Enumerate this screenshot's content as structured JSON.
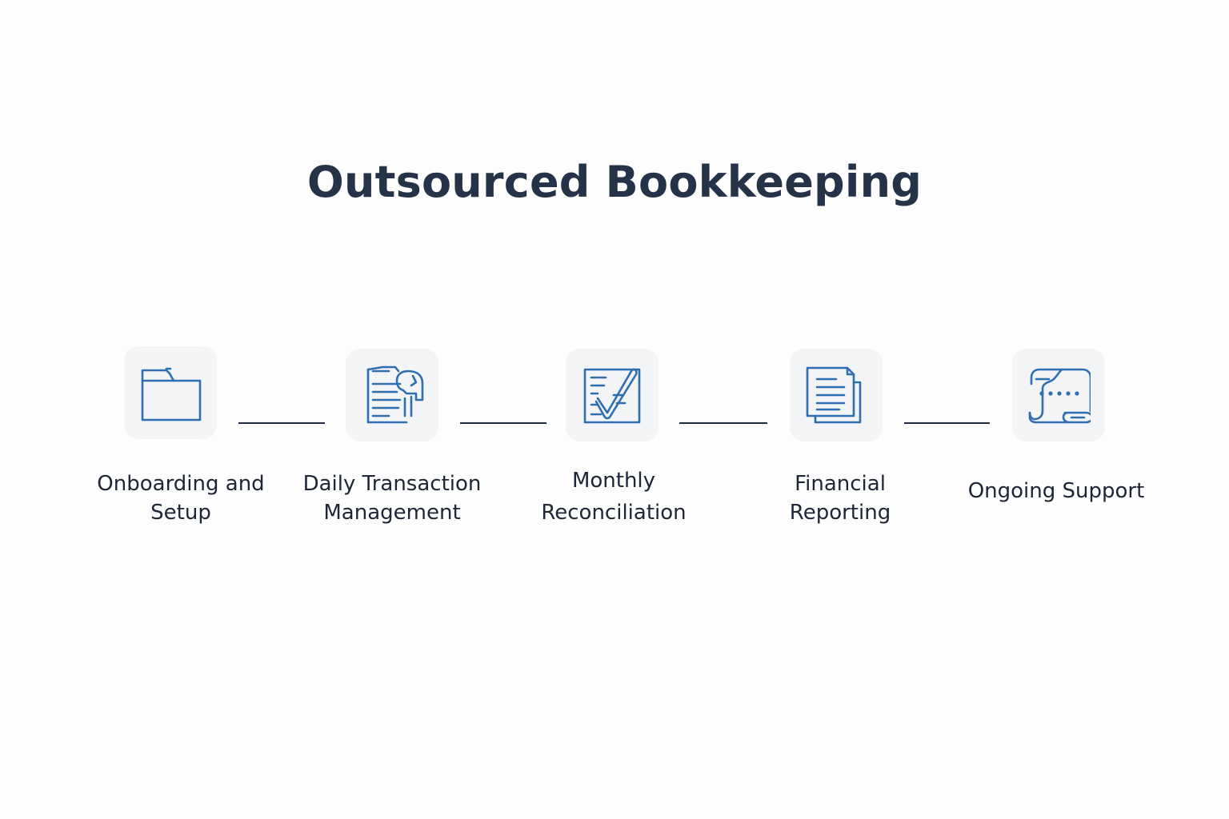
{
  "title": "Outsourced Bookkeeping",
  "accent_color": "#2f6fb0",
  "connector_color": "#1f2b3c",
  "steps": [
    {
      "line1": "Onboarding and",
      "line2": "Setup",
      "icon": "folder-icon"
    },
    {
      "line1": "Daily Transaction",
      "line2": "Management",
      "icon": "document-stamp-icon"
    },
    {
      "line1": "Monthly",
      "line2": "Reconciliation",
      "icon": "checklist-icon"
    },
    {
      "line1": "Financial",
      "line2": "Reporting",
      "icon": "stacked-reports-icon"
    },
    {
      "line1": "Ongoing Support",
      "line2": "",
      "icon": "support-scroll-icon"
    }
  ]
}
